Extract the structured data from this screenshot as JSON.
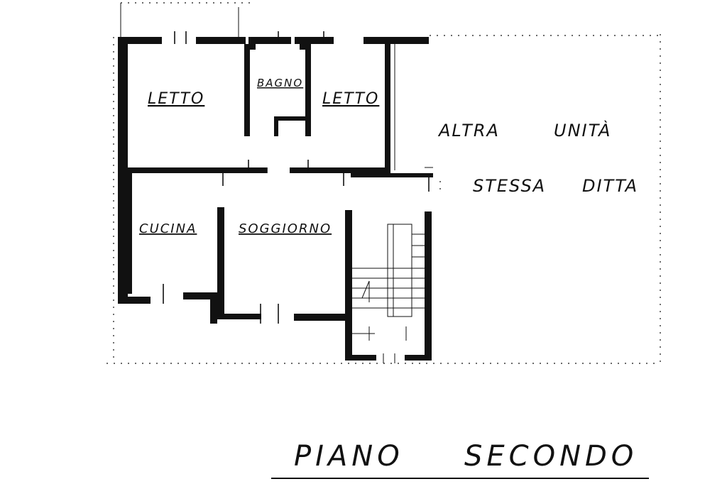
{
  "rooms": {
    "letto_left": "LETTO",
    "bagno": "BAGNO",
    "letto_right": "LETTO",
    "cucina": "CUCINA",
    "soggiorno": "SOGGIORNO"
  },
  "other_unit": {
    "line1_a": "ALTRA",
    "line1_b": "UNITÀ",
    "line2_a": "STESSA",
    "line2_b": "DITTA"
  },
  "floor_title": {
    "word1": "PIANO",
    "word2": "SECONDO"
  }
}
